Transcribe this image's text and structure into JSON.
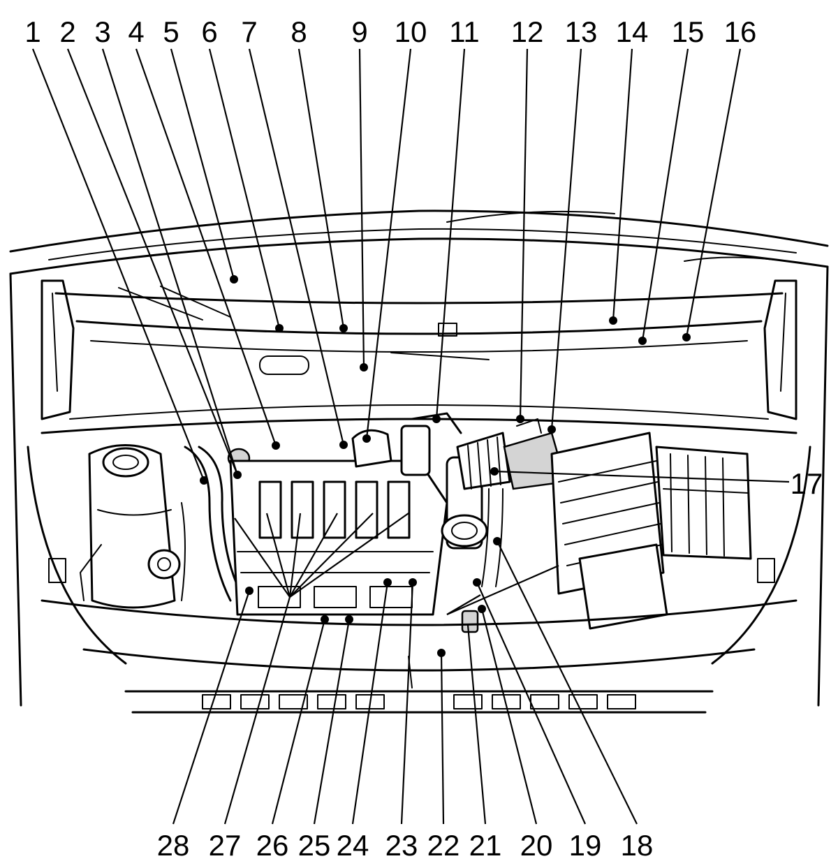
{
  "labels": {
    "top": [
      "1",
      "2",
      "3",
      "4",
      "5",
      "6",
      "7",
      "8",
      "9",
      "10",
      "11",
      "12",
      "13",
      "14",
      "15",
      "16"
    ],
    "right": [
      "17"
    ],
    "bottom": [
      "28",
      "27",
      "26",
      "25",
      "24",
      "23",
      "22",
      "21",
      "20",
      "19",
      "18"
    ]
  }
}
